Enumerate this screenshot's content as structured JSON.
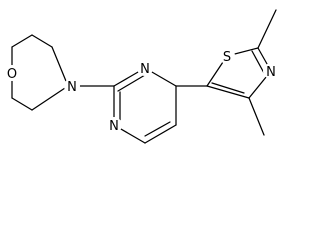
{
  "molecule": {
    "atoms": {
      "morpholine_o": "O",
      "morpholine_n": "N",
      "pyrimidine_n1": "N",
      "pyrimidine_n3": "N",
      "thiazole_s": "S",
      "thiazole_n": "N"
    }
  }
}
